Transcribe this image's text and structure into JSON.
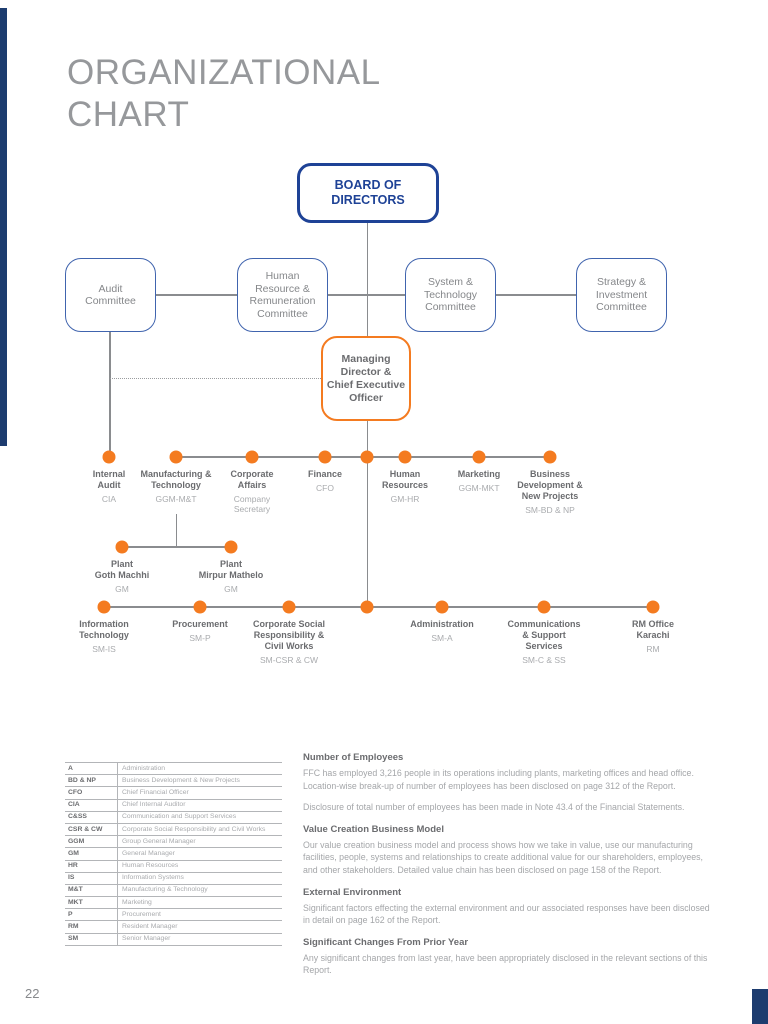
{
  "page": {
    "title": "ORGANIZATIONAL\nCHART",
    "page_number": "22"
  },
  "colors": {
    "navy": "#1e4296",
    "committee_blue": "#4064ae",
    "orange": "#f47b20",
    "line_gray": "#8a8c8f",
    "accent_bar_navy": "#1d3c6f"
  },
  "chart": {
    "board_label": "BOARD OF\nDIRECTORS",
    "committees": [
      {
        "label": "Audit\nCommittee"
      },
      {
        "label": "Human\nResource &\nRemuneration\nCommittee"
      },
      {
        "label": "System &\nTechnology\nCommittee"
      },
      {
        "label": "Strategy &\nInvestment\nCommittee"
      }
    ],
    "md_label": "Managing\nDirector &\nChief Executive\nOfficer",
    "row1": [
      {
        "name": "Internal\nAudit",
        "sub": "CIA"
      },
      {
        "name": "Manufacturing &\nTechnology",
        "sub": "GGM-M&T"
      },
      {
        "name": "Corporate\nAffairs",
        "sub": "Company\nSecretary"
      },
      {
        "name": "Finance",
        "sub": "CFO"
      },
      {
        "name": "Human\nResources",
        "sub": "GM-HR"
      },
      {
        "name": "Marketing",
        "sub": "GGM-MKT"
      },
      {
        "name": "Business\nDevelopment &\nNew Projects",
        "sub": "SM-BD & NP"
      }
    ],
    "plants": [
      {
        "name": "Plant\nGoth Machhi",
        "sub": "GM"
      },
      {
        "name": "Plant\nMirpur Mathelo",
        "sub": "GM"
      }
    ],
    "row2": [
      {
        "name": "Information\nTechnology",
        "sub": "SM-IS"
      },
      {
        "name": "Procurement",
        "sub": "SM-P"
      },
      {
        "name": "Corporate Social\nResponsibility &\nCivil Works",
        "sub": "SM-CSR & CW"
      },
      {
        "name": "Administration",
        "sub": "SM-A"
      },
      {
        "name": "Communications\n& Support\nServices",
        "sub": "SM-C & SS"
      },
      {
        "name": "RM Office\nKarachi",
        "sub": "RM"
      }
    ]
  },
  "abbreviations": [
    [
      "A",
      "Administration"
    ],
    [
      "BD & NP",
      "Business Development & New Projects"
    ],
    [
      "CFO",
      "Chief Financial Officer"
    ],
    [
      "CIA",
      "Chief Internal Auditor"
    ],
    [
      "C&SS",
      "Communication and Support Services"
    ],
    [
      "CSR & CW",
      "Corporate Social Responsibility and Civil Works"
    ],
    [
      "GGM",
      "Group General Manager"
    ],
    [
      "GM",
      "General Manager"
    ],
    [
      "HR",
      "Human Resources"
    ],
    [
      "IS",
      "Information Systems"
    ],
    [
      "M&T",
      "Manufacturing & Technology"
    ],
    [
      "MKT",
      "Marketing"
    ],
    [
      "P",
      "Procurement"
    ],
    [
      "RM",
      "Resident Manager"
    ],
    [
      "SM",
      "Senior Manager"
    ]
  ],
  "sections": [
    {
      "heading": "Number of Employees",
      "paragraphs": [
        "FFC has employed 3,216 people in its operations including plants, marketing offices and head office. Location-wise break-up of number of employees has been disclosed on page 312 of the Report.",
        "Disclosure of total number of employees has been made in Note 43.4 of the Financial Statements."
      ]
    },
    {
      "heading": "Value Creation Business Model",
      "paragraphs": [
        "Our value creation business model and process shows how we take in value, use our manufacturing facilities, people, systems and relationships to create additional value for our shareholders, employees, and other stakeholders. Detailed value chain has been disclosed on page 158 of the Report."
      ]
    },
    {
      "heading": "External Environment",
      "paragraphs": [
        "Significant factors effecting the external environment and our associated responses have been disclosed in detail on page 162 of the Report."
      ]
    },
    {
      "heading": "Significant Changes From Prior Year",
      "paragraphs": [
        "Any significant changes from last year, have been appropriately disclosed in the relevant sections of this Report."
      ]
    }
  ]
}
